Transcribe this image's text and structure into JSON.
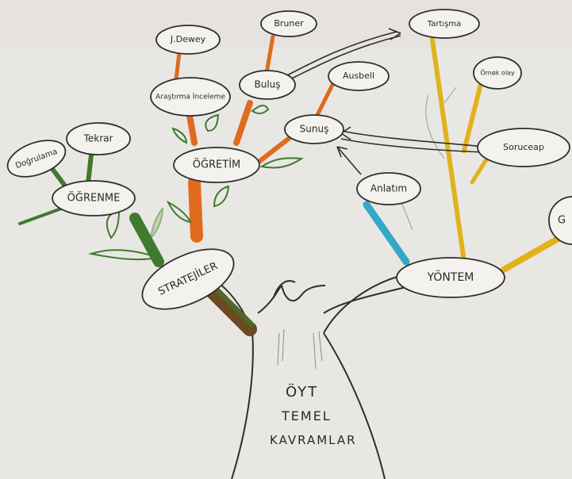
{
  "diagram": {
    "trunk_labels": [
      "ÖYT",
      "TEMEL",
      "KAVRAMLAR"
    ],
    "nodes": {
      "stratejiler": "STRATEJİLER",
      "ogrenme": "ÖĞRENME",
      "tekrar": "Tekrar",
      "dogrulama": "Doğrulama",
      "ogretim": "ÖĞRETİM",
      "arastirma": "Araştırma İnceleme",
      "jdewey": "J.Dewey",
      "bulus": "Buluş",
      "bruner": "Bruner",
      "sunus": "Sunuş",
      "ausbel": "Ausbell",
      "anlatim": "Anlatım",
      "yontem": "YÖNTEM",
      "tartisma": "Tartışma",
      "ornek_olay": "Örnek olay",
      "soruceap": "Soruceap",
      "g": "G"
    },
    "colors": {
      "paper": "#e9e7e3",
      "ink": "#2e2e2e",
      "green": "#3f7a2e",
      "orange": "#e06a1e",
      "yellow": "#e2b21c",
      "blue": "#35a8c8",
      "brown": "#7a4a22"
    }
  }
}
